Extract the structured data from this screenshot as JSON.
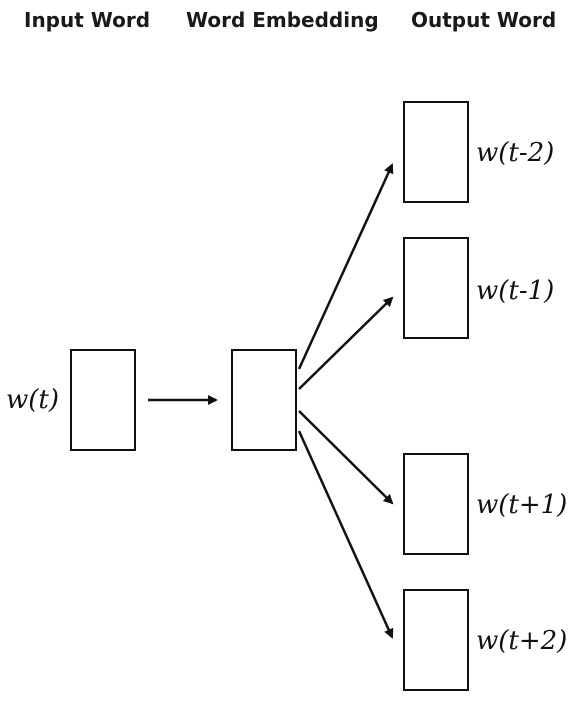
{
  "headers": {
    "input": "Input Word",
    "embedding": "Word Embedding",
    "output": "Output Word"
  },
  "input_label": "w(t)",
  "output_labels": [
    "w(t-2)",
    "w(t-1)",
    "w(t+1)",
    "w(t+2)"
  ]
}
